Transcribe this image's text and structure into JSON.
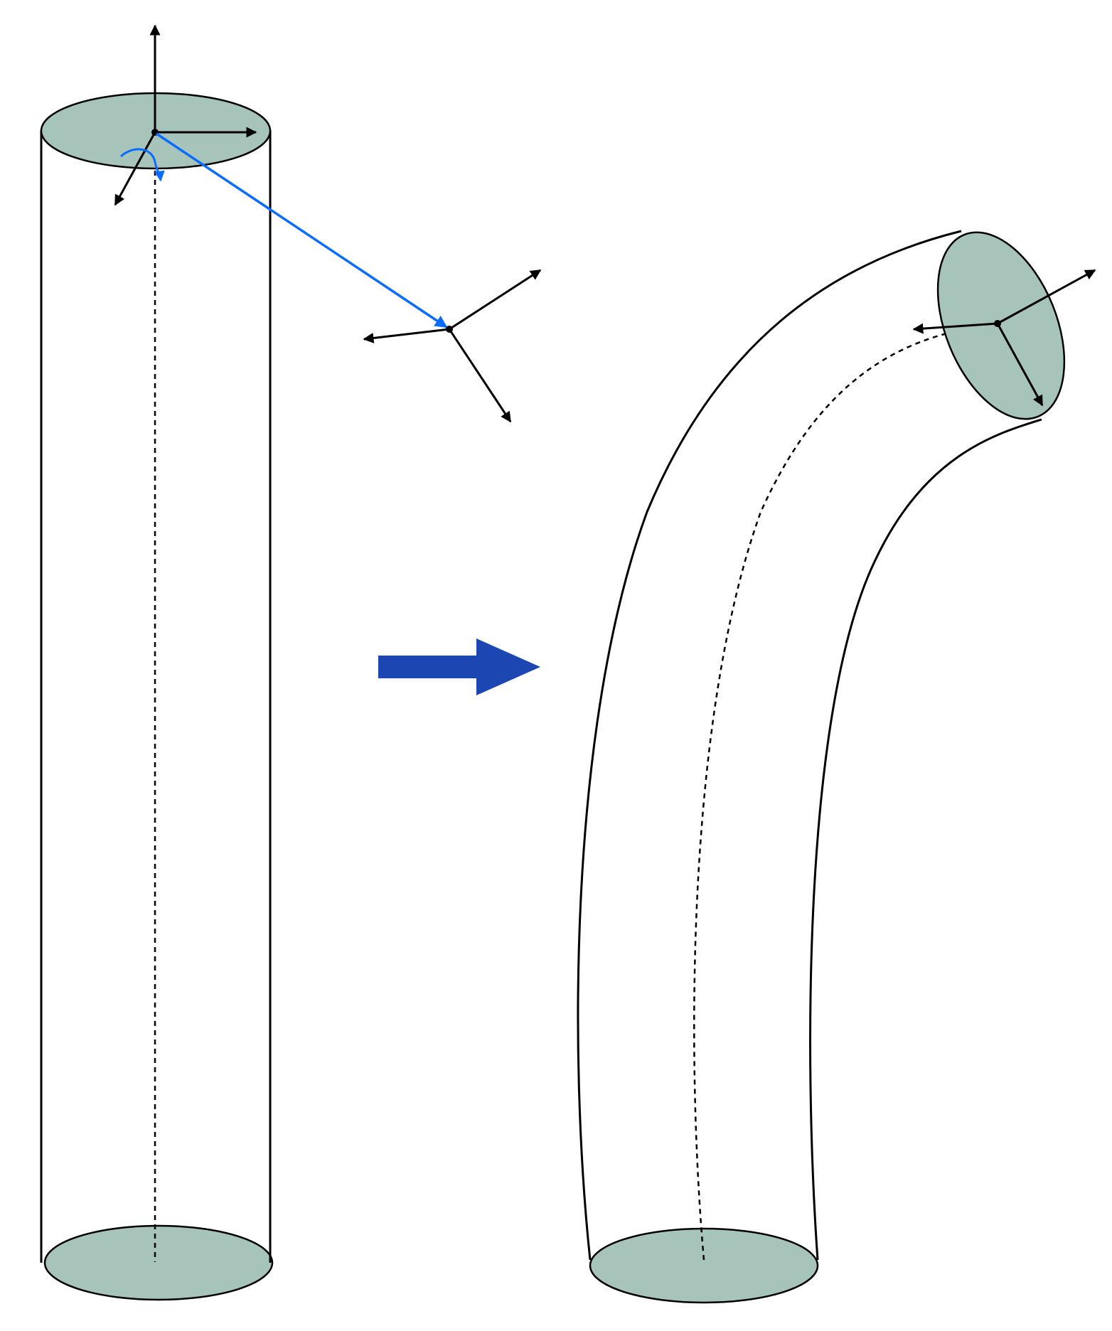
{
  "diagram": {
    "type": "deformation-illustration",
    "colors": {
      "background": "#ffffff",
      "outline": "#000000",
      "cap_fill": "#a6c4ba",
      "transform_arrow": "#0a6cff",
      "process_arrow": "#1c47b3"
    },
    "icons": {
      "left_shape": "straight-cylinder",
      "right_shape": "bent-cylinder",
      "process": "block-arrow-right"
    }
  }
}
